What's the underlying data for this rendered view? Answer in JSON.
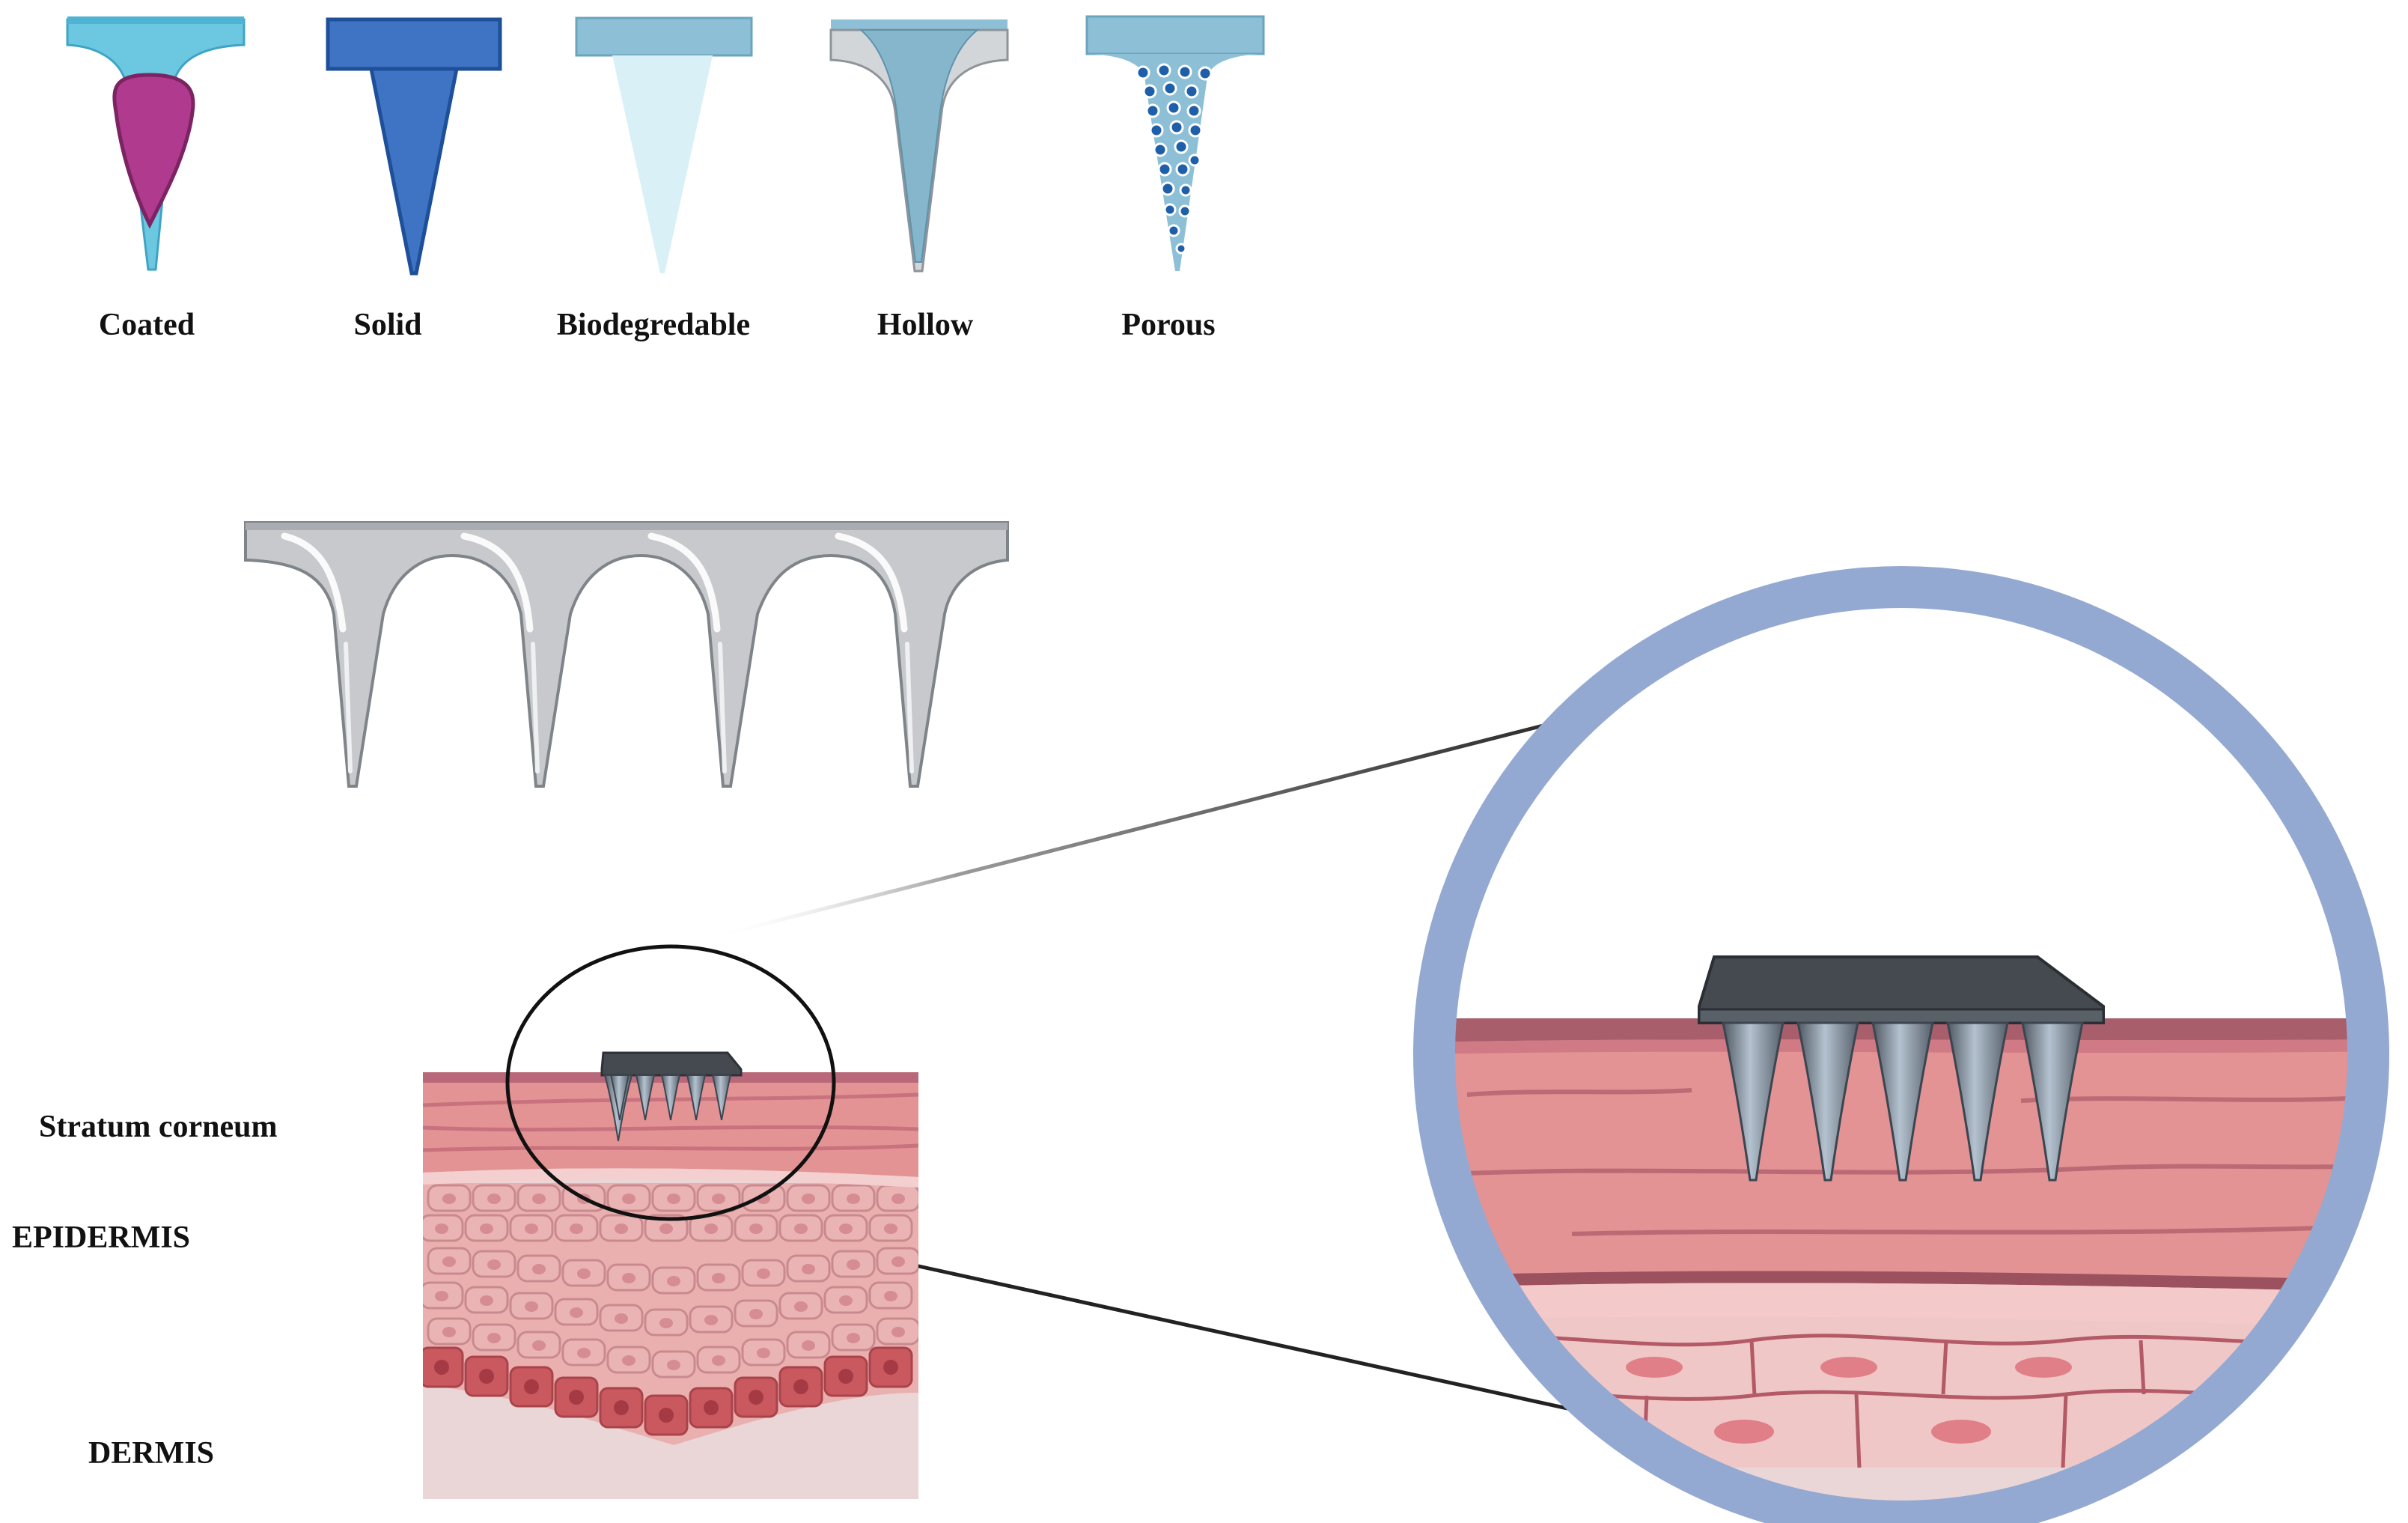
{
  "microneedle_types": [
    {
      "label": "Coated",
      "icon": "coated-microneedle-icon"
    },
    {
      "label": "Solid",
      "icon": "solid-microneedle-icon"
    },
    {
      "label": "Biodegredable",
      "icon": "biodegradable-microneedle-icon"
    },
    {
      "label": "Hollow",
      "icon": "hollow-microneedle-icon"
    },
    {
      "label": "Porous",
      "icon": "porous-microneedle-icon"
    }
  ],
  "skin_layers": {
    "stratum_corneum": "Stratum corneum",
    "epidermis": "EPIDERMIS",
    "dermis": "DERMIS"
  },
  "colors": {
    "cap_blue": "#7fb8d2",
    "coated_pink": "#b03a8e",
    "solid_blue": "#3f74c4",
    "biodegradable_fill": "#d9f1f6",
    "hollow_grey": "#b9bec4",
    "porous_dot": "#1f5ea8",
    "array_grey": "#c7c9cc",
    "skin_pink": "#e39393",
    "skin_dark": "#a95e6c",
    "epidermis_cell": "#eab0b0",
    "basal_cell": "#c9595f",
    "dermis": "#ead6d6",
    "patch_dark": "#454a50",
    "magnifier_ring": "#93a9d2"
  }
}
